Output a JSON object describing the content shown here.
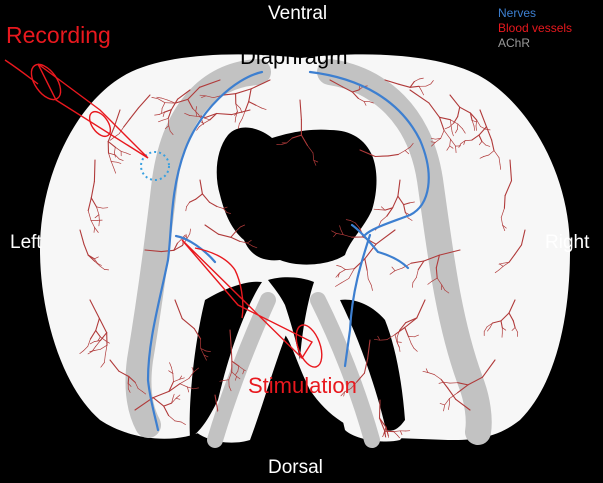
{
  "labels": {
    "ventral": "Ventral",
    "dorsal": "Dorsal",
    "left": "Left",
    "right": "Right",
    "diaphragm": "Diaphragm",
    "recording": "Recording",
    "stimulation": "Stimulation"
  },
  "legend": [
    {
      "label": "Nerves",
      "color": "#3d7fd0"
    },
    {
      "label": "Blood vessels",
      "color": "#e8181e"
    },
    {
      "label": "AChR",
      "color": "#9a9a9a"
    }
  ],
  "colors": {
    "background": "#000000",
    "tissue": "#f7f7f7",
    "achr_band": "#c2c2c2",
    "nerve": "#3d7fd0",
    "vessel": "#b03a3a",
    "electrode": "#e8181e",
    "recording_site": "#39a0e0"
  }
}
